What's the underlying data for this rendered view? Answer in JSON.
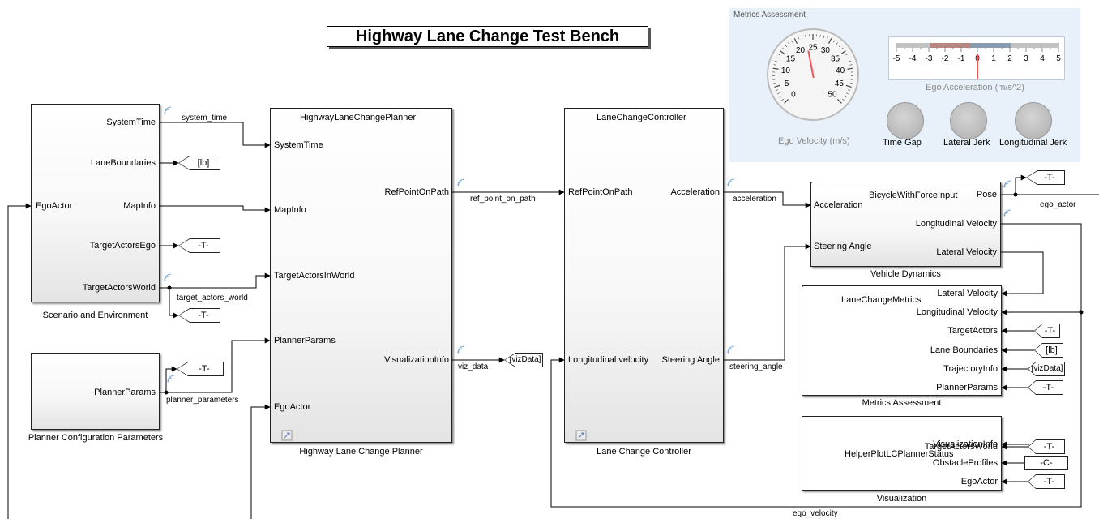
{
  "title": "Highway Lane Change Test Bench",
  "blocks": {
    "scenario": {
      "caption": "Scenario and Environment",
      "in_ports": [
        "EgoActor"
      ],
      "out_ports": [
        "SystemTime",
        "LaneBoundaries",
        "MapInfo",
        "TargetActorsEgo",
        "TargetActorsWorld"
      ]
    },
    "planner_config": {
      "caption": "Planner Configuration Parameters",
      "out_ports": [
        "PlannerParams"
      ]
    },
    "planner": {
      "title": "HighwayLaneChangePlanner",
      "caption": "Highway Lane Change Planner",
      "in_ports": [
        "SystemTime",
        "MapInfo",
        "TargetActorsInWorld",
        "PlannerParams",
        "EgoActor"
      ],
      "out_ports": [
        "RefPointOnPath",
        "VisualizationInfo"
      ]
    },
    "controller": {
      "title": "LaneChangeController",
      "caption": "Lane Change Controller",
      "in_ports": [
        "RefPointOnPath",
        "Longitudinal velocity"
      ],
      "out_ports": [
        "Acceleration",
        "Steering Angle"
      ]
    },
    "vehicle": {
      "title": "BicycleWithForceInput",
      "caption": "Vehicle Dynamics",
      "in_ports": [
        "Acceleration",
        "Steering Angle"
      ],
      "out_ports": [
        "Pose",
        "Longitudinal Velocity",
        "Lateral Velocity"
      ]
    },
    "metrics": {
      "title": "LaneChangeMetrics",
      "caption": "Metrics Assessment",
      "in_ports": [
        "Lateral Velocity",
        "Longitudinal Velocity",
        "TargetActors",
        "Lane Boundaries",
        "TrajectoryInfo",
        "PlannerParams"
      ]
    },
    "visualization": {
      "title": "HelperPlotLCPlannerStatus",
      "caption": "Visualization",
      "in_ports": [
        "TargetActorsWorld",
        "VisualizationInfo",
        "ObstacleProfiles",
        "EgoActor"
      ]
    }
  },
  "signals": {
    "system_time": "system_time",
    "target_actors_world": "target_actors_world",
    "planner_parameters": "planner_parameters",
    "ref_point_on_path": "ref_point_on_path",
    "viz_data": "viz_data",
    "acceleration": "acceleration",
    "steering_angle": "steering_angle",
    "ego_actor": "ego_actor",
    "ego_velocity": "ego_velocity"
  },
  "tags": {
    "lb": "[lb]",
    "t": "-T-",
    "vizdata": "[vizData]",
    "c": "-C-"
  },
  "dashboard": {
    "title": "Metrics Assessment",
    "velocity_gauge": {
      "label": "Ego Velocity (m/s)",
      "ticks": [
        "0",
        "5",
        "10",
        "15",
        "20",
        "25",
        "30",
        "35",
        "40",
        "45",
        "50"
      ],
      "value": 23
    },
    "accel_scale": {
      "label": "Ego Acceleration (m/s^2)",
      "ticks": [
        "-5",
        "-4",
        "-3",
        "-2",
        "-1",
        "0",
        "1",
        "2",
        "3",
        "4",
        "5"
      ],
      "value": 0
    },
    "lamps": [
      "Time Gap",
      "Lateral Jerk",
      "Longitudinal Jerk"
    ]
  }
}
